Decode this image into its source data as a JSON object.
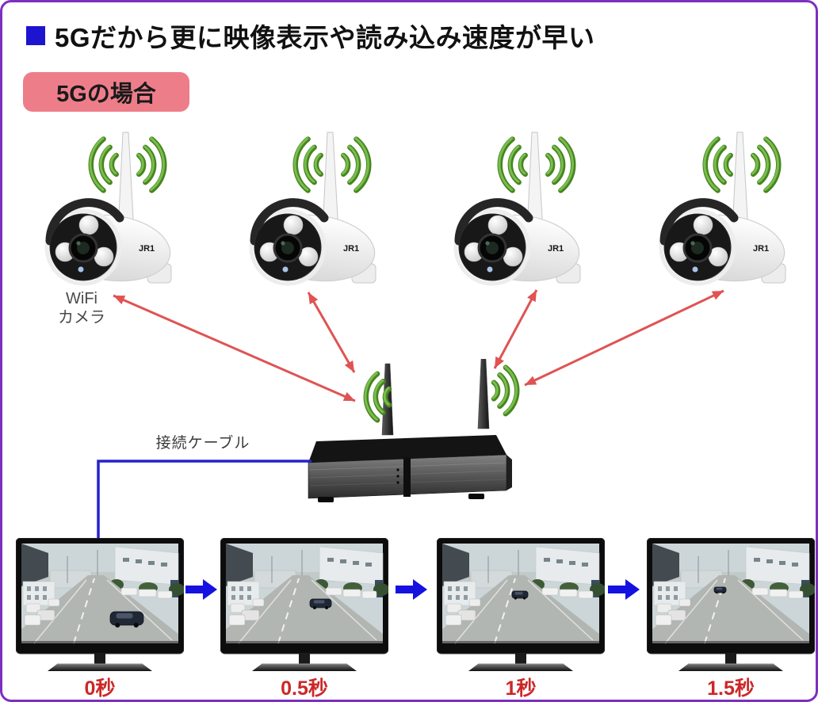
{
  "page": {
    "background": "#ffffff",
    "border_color": "#7d2fc0"
  },
  "header": {
    "bullet_color": "#1c14cf",
    "title": "5Gだから更に映像表示や読み込み速度が早い"
  },
  "badge": {
    "label": "5Gの場合",
    "bg_color": "#ee7d8a",
    "text_color": "#1a1a1a"
  },
  "camera_section": {
    "camera_count": 4,
    "label_line1": "WiFi",
    "label_line2": "カメラ",
    "logo": "JR1"
  },
  "nvr": {
    "cable_label": "接続ケーブル"
  },
  "monitors": {
    "labels": [
      "0秒",
      "0.5秒",
      "1秒",
      "1.5秒"
    ],
    "label_color": "#cc2727"
  },
  "colors": {
    "wifi_green_dark": "#47851f",
    "wifi_green_light": "#79bd4e",
    "arrow_red": "#e05353",
    "arrow_blue": "#1512e0",
    "cable_blue": "#2522cc"
  }
}
